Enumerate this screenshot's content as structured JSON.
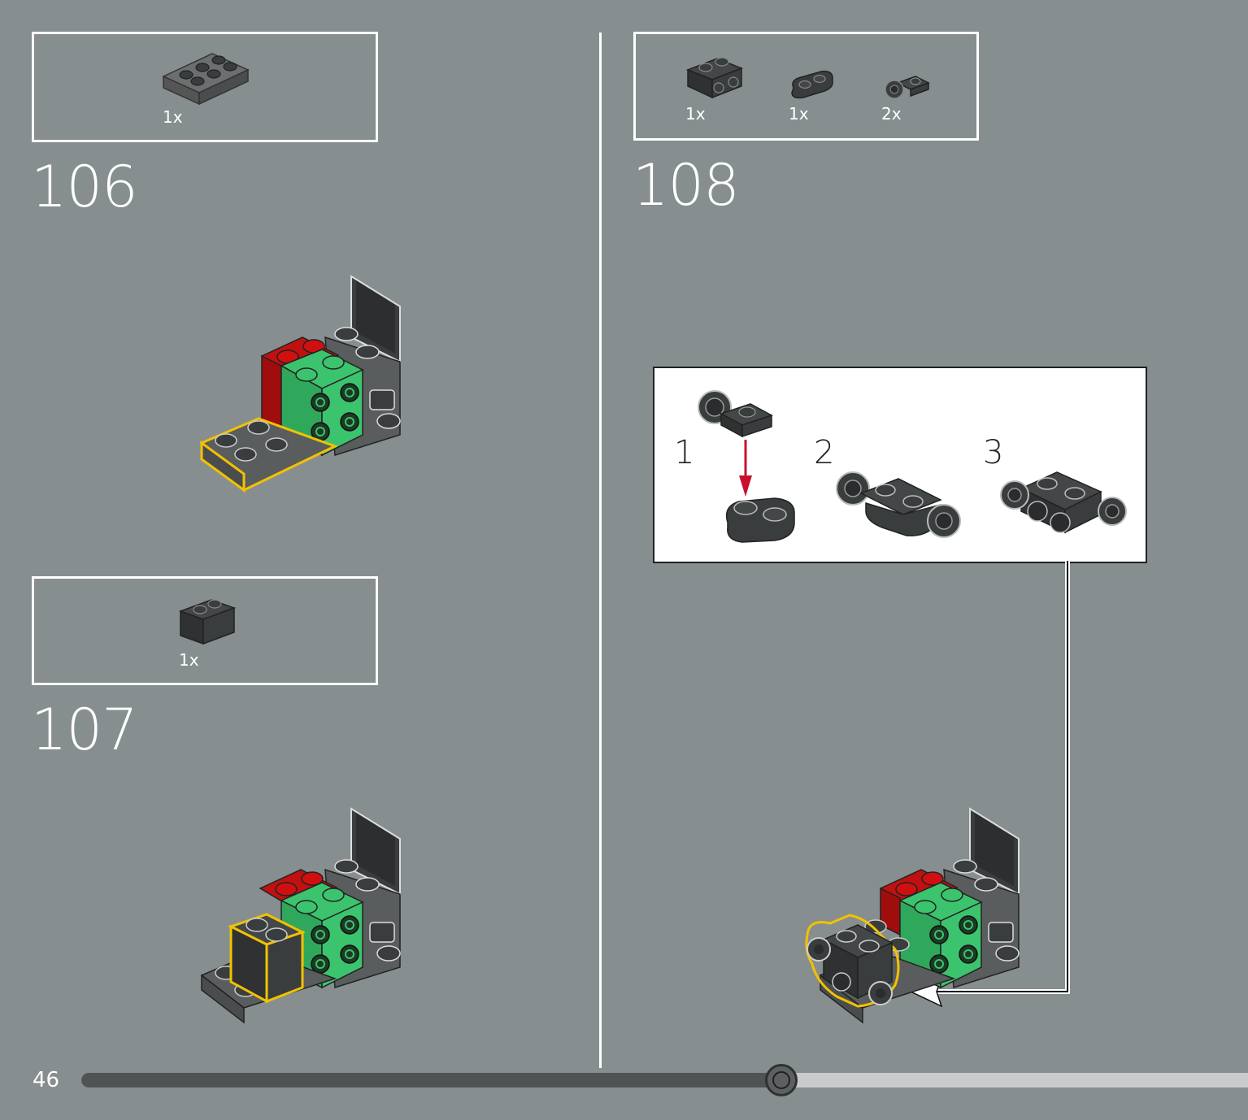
{
  "page": {
    "number": "46",
    "progress_fraction": 0.6
  },
  "steps": [
    {
      "number": "106",
      "parts": [
        {
          "qty": "1x",
          "icon": "plate-2x3-dark-gray"
        }
      ]
    },
    {
      "number": "107",
      "parts": [
        {
          "qty": "1x",
          "icon": "brick-1x2-black"
        }
      ]
    },
    {
      "number": "108",
      "parts": [
        {
          "qty": "1x",
          "icon": "bracket-plate-black"
        },
        {
          "qty": "1x",
          "icon": "plate-1x2-rounded-black"
        },
        {
          "qty": "2x",
          "icon": "wheel-hub-black"
        }
      ],
      "substeps": [
        "1",
        "2",
        "3"
      ]
    }
  ],
  "colors": {
    "background": "#878e90",
    "highlight": "#f2c200",
    "arrow_red": "#c8102e",
    "green": "#3cc36e",
    "red": "#d01010",
    "dark": "#3a3d3e"
  }
}
